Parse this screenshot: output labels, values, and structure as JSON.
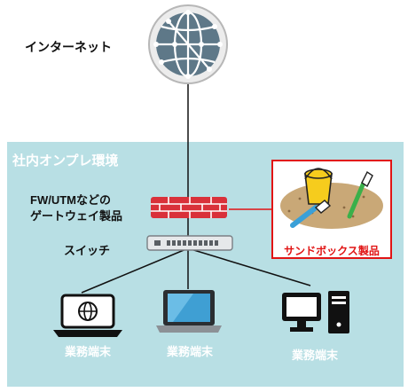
{
  "internet": {
    "label": "インターネット",
    "icon": "globe-icon"
  },
  "zone": {
    "title": "社内オンプレ環境",
    "color": "#b8dfe4"
  },
  "gateway": {
    "label_line1": "FW/UTMなどの",
    "label_line2": "ゲートウェイ製品",
    "icon": "firewall-icon",
    "color": "#d9313a"
  },
  "switch": {
    "label": "スイッチ",
    "icon": "switch-icon"
  },
  "sandbox": {
    "label": "サンドボックス製品",
    "icon": "sand-bucket-icon",
    "border_color": "#e11414"
  },
  "terminals": [
    {
      "label": "業務端末",
      "icon": "laptop-globe-icon"
    },
    {
      "label": "業務端末",
      "icon": "laptop-icon"
    },
    {
      "label": "業務端末",
      "icon": "desktop-pc-icon"
    }
  ]
}
